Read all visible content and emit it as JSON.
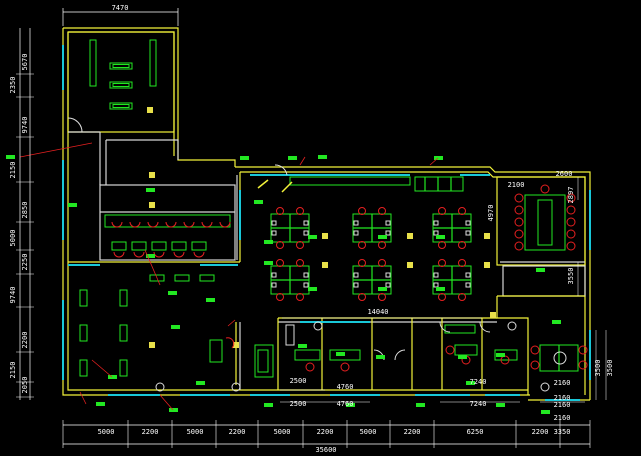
{
  "colors": {
    "background": "#000000",
    "wall": "#f2f23a",
    "room_outline": "#d6d6d6",
    "furniture": "#22e822",
    "chair": "#e62020",
    "glazing": "#19c8d8",
    "dimension": "#ffffff",
    "leader": "#e62020",
    "tag": "#22e822"
  },
  "dimensions": {
    "top": [
      "7470"
    ],
    "left": [
      "5670",
      "2350",
      "9740",
      "2150",
      "2850",
      "5000",
      "2250",
      "9740",
      "2200",
      "2150",
      "2050"
    ],
    "bottom_chain": [
      "5000",
      "2200",
      "5000",
      "2200",
      "5000",
      "2200",
      "5000",
      "2200",
      "6250",
      "2200",
      "3350"
    ],
    "bottom_total": [
      "35600"
    ],
    "interior": [
      "14040",
      "2500",
      "2500",
      "4760",
      "4760",
      "7240",
      "7240",
      "2160",
      "2160",
      "2100",
      "2600",
      "4970",
      "2897",
      "3550",
      "3500",
      "3500",
      "2160",
      "2160"
    ]
  },
  "icons": [
    "workstation-cluster-icon",
    "conference-table-icon",
    "chair-icon",
    "sofa-icon",
    "column-icon",
    "door-swing-icon",
    "plant-icon",
    "leader-tag-icon"
  ]
}
